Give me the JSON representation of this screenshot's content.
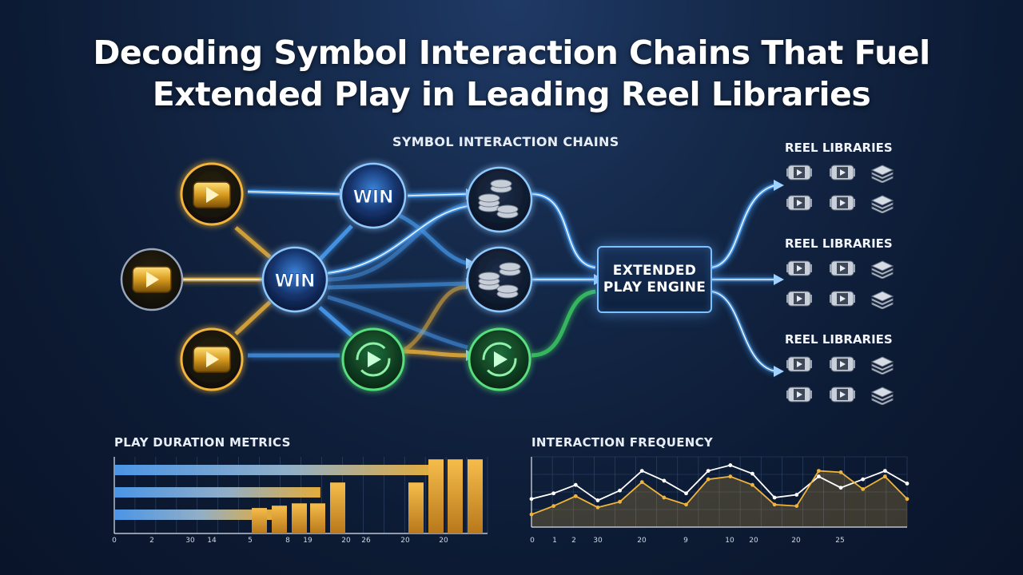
{
  "title": {
    "line1": "Decoding Symbol Interaction Chains That Fuel",
    "line2": "Extended Play in Leading Reel Libraries"
  },
  "chains": {
    "label": "SYMBOL INTERACTION CHAINS",
    "win_label": "WIN",
    "engine_label": "EXTENDED PLAY ENGINE"
  },
  "libraries": {
    "groups": [
      {
        "label": "REEL LIBRARIES"
      },
      {
        "label": "REEL LIBRARIES"
      },
      {
        "label": "REEL LIBRARIES"
      }
    ],
    "icons": [
      "play-reel-icon",
      "play-reel-icon",
      "stack-icon"
    ]
  },
  "colors": {
    "gold": "#f0b43a",
    "blue": "#4da6ff",
    "green": "#3ecf63",
    "white_line": "#ffffff"
  },
  "chart_data": [
    {
      "type": "bar",
      "title": "PLAY DURATION METRICS",
      "xticks": [
        "0",
        "2",
        "30",
        "14",
        "5",
        "8",
        "19",
        "20",
        "26",
        "20",
        "20"
      ],
      "horizontal_bars": [
        {
          "series": "top",
          "value": 0.86
        },
        {
          "series": "middle",
          "value": 0.55
        },
        {
          "series": "bottom",
          "value": 0.42
        }
      ],
      "vertical_bars": [
        0.11,
        0.12,
        0.13,
        0.13,
        0.22,
        0.22,
        0.32,
        0.32,
        0.32,
        0.32
      ]
    },
    {
      "type": "line",
      "title": "INTERACTION FREQUENCY",
      "xticks": [
        "0",
        "1",
        "2",
        "30",
        "20",
        "9",
        "10",
        "20",
        "20",
        "25"
      ],
      "series": [
        {
          "color": "#ffffff",
          "values": [
            4.0,
            4.8,
            6.0,
            3.8,
            5.2,
            8.0,
            6.6,
            4.8,
            8.0,
            8.8,
            7.6,
            4.2,
            4.6,
            7.2,
            5.6,
            6.8,
            8.0,
            6.2
          ]
        },
        {
          "color": "#f0b43a",
          "values": [
            1.8,
            3.0,
            4.4,
            2.8,
            3.6,
            6.4,
            4.2,
            3.2,
            6.8,
            7.2,
            6.0,
            3.2,
            3.0,
            8.0,
            7.8,
            5.4,
            7.2,
            4.0
          ]
        }
      ]
    }
  ]
}
